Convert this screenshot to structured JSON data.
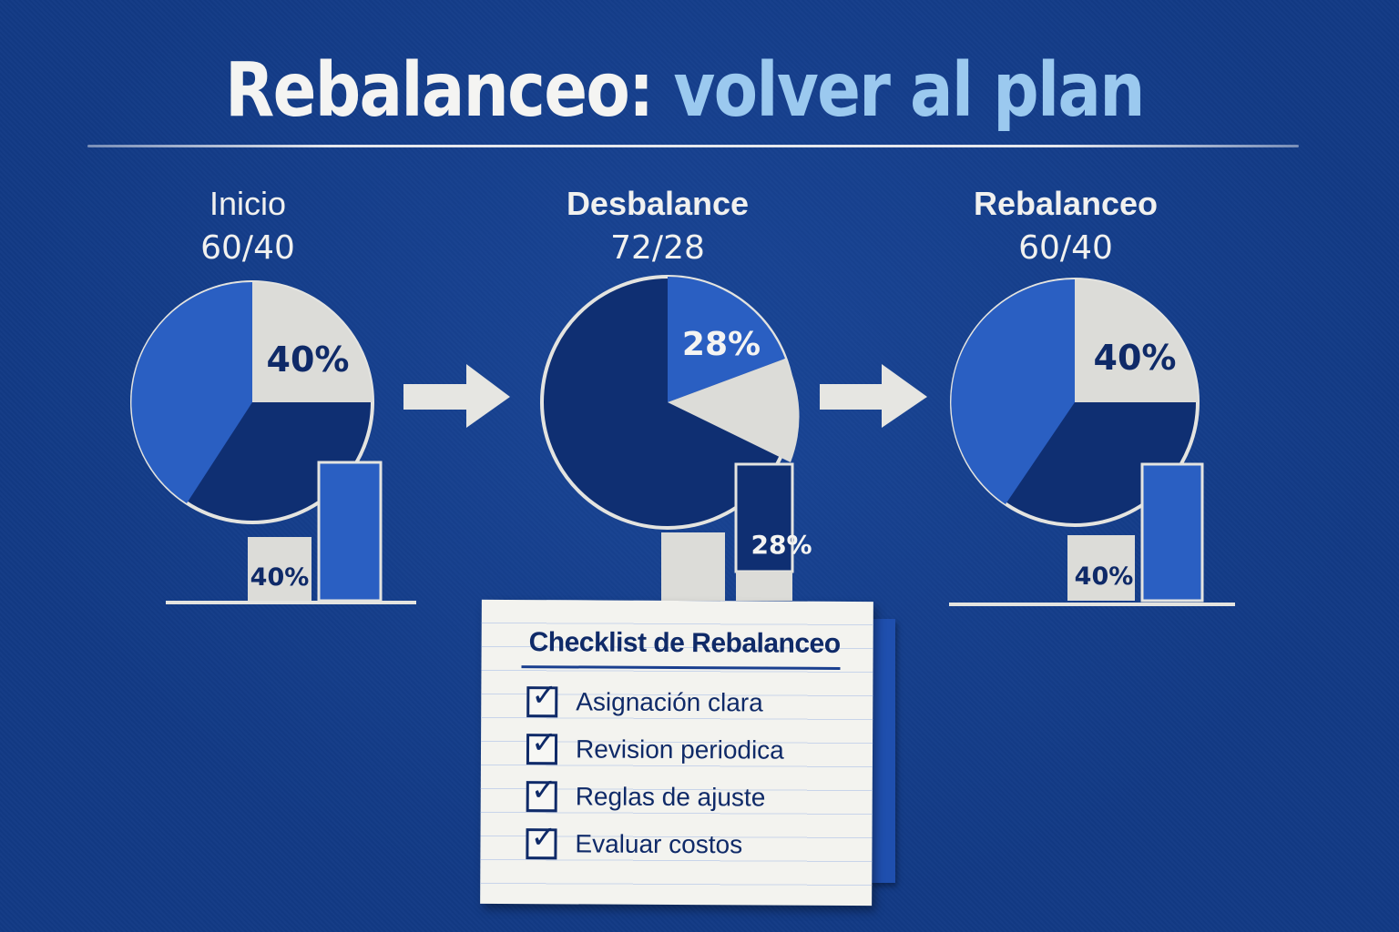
{
  "title": {
    "main": "Rebalanceo:",
    "accent": "volver al plan"
  },
  "stages": [
    {
      "label": "Inicio",
      "ratio": "60/40",
      "pie_label": "40%",
      "bar_label": "40%"
    },
    {
      "label": "Desbalance",
      "ratio": "72/28",
      "pie_label": "28%",
      "bar_label": "28%"
    },
    {
      "label": "Rebalanceo",
      "ratio": "60/40",
      "pie_label": "40%",
      "bar_label": "40%"
    }
  ],
  "checklist": {
    "title": "Checklist de Rebalanceo",
    "items": [
      "Asignación clara",
      "Revision periodica",
      "Reglas de ajuste",
      "Evaluar costos"
    ]
  },
  "colors": {
    "background": "#123a85",
    "blue_segment": "#2a5fc2",
    "light_segment": "#dcdcd8",
    "dark_segment": "#0f2f72",
    "title_accent": "#9bc9ef",
    "ink": "#0f2a68"
  }
}
